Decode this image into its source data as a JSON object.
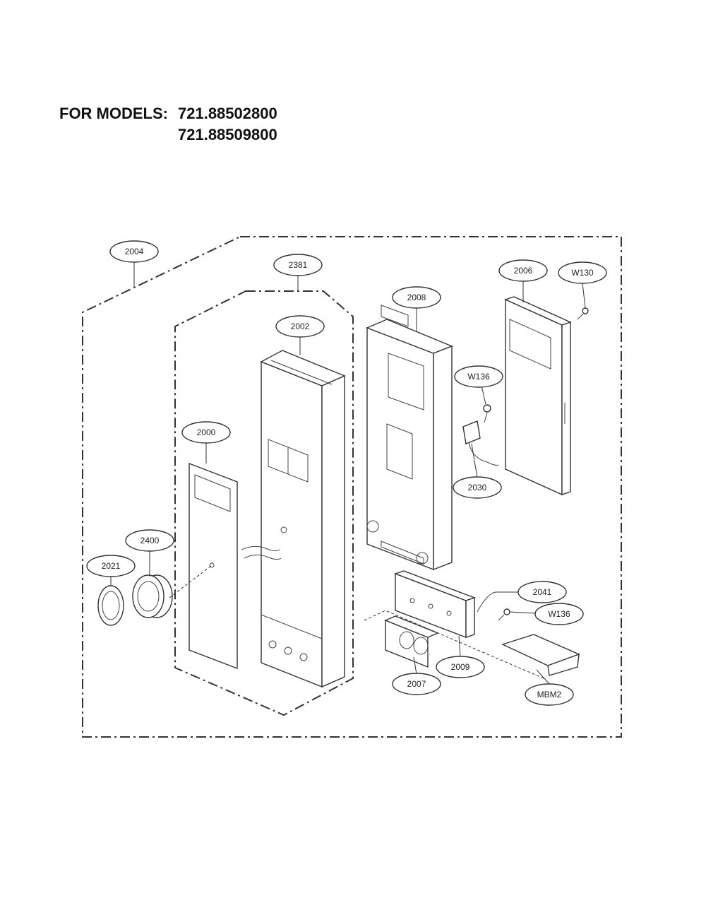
{
  "header": {
    "prefix": "FOR MODELS:",
    "models": [
      "721.88502800",
      "721.88509800"
    ]
  },
  "labels": {
    "p2004": "2004",
    "p2381": "2381",
    "p2002": "2002",
    "p2008": "2008",
    "p2006": "2006",
    "w130": "W130",
    "w136a": "W136",
    "p2030": "2030",
    "p2000": "2000",
    "p2400": "2400",
    "p2021": "2021",
    "p2041": "2041",
    "w136b": "W136",
    "p2009": "2009",
    "p2007": "2007",
    "mbm2": "MBM2"
  }
}
